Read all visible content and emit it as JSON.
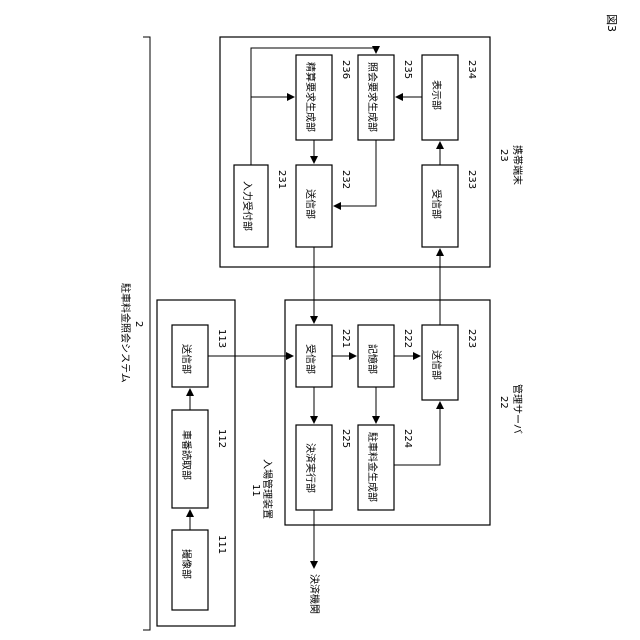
{
  "figure_label": "図3",
  "system": {
    "label": "駐車料金照会システム",
    "ref": "2"
  },
  "device_11": {
    "label": "入場管理装置",
    "ref": "11",
    "units": {
      "u111": {
        "label": "撮像部",
        "ref": "111"
      },
      "u112": {
        "label": "車番読取部",
        "ref": "112"
      },
      "u113": {
        "label": "送信部",
        "ref": "113"
      }
    }
  },
  "server_22": {
    "label": "管理サーバ",
    "ref": "22",
    "units": {
      "u221": {
        "label": "受信部",
        "ref": "221"
      },
      "u222": {
        "label": "記憶部",
        "ref": "222"
      },
      "u223": {
        "label": "送信部",
        "ref": "223"
      },
      "u224": {
        "label": "駐車料金生成部",
        "ref": "224"
      },
      "u225": {
        "label": "決済実行部",
        "ref": "225"
      }
    }
  },
  "terminal_23": {
    "label": "携帯端末",
    "ref": "23",
    "units": {
      "u231": {
        "label": "入力受付部",
        "ref": "231"
      },
      "u232": {
        "label": "送信部",
        "ref": "232"
      },
      "u233": {
        "label": "受信部",
        "ref": "233"
      },
      "u234": {
        "label": "表示部",
        "ref": "234"
      },
      "u235": {
        "label": "照会要求生成部",
        "ref": "235"
      },
      "u236": {
        "label": "精算要求生成部",
        "ref": "236"
      }
    }
  },
  "external": {
    "label": "決済機関"
  }
}
